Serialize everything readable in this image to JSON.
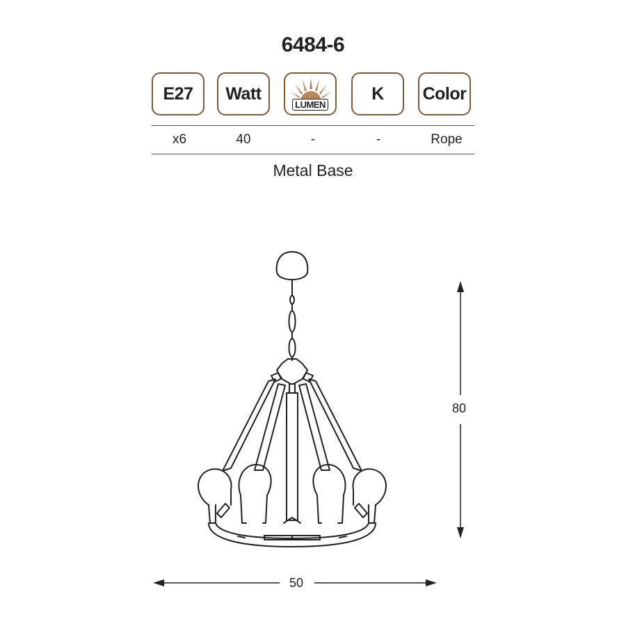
{
  "product": {
    "code": "6484-6"
  },
  "specs": {
    "headers": [
      "E27",
      "Watt",
      "LUMEN",
      "K",
      "Color"
    ],
    "values": [
      "x6",
      "40",
      "-",
      "-",
      "Rope"
    ]
  },
  "base_material": "Metal Base",
  "dimensions": {
    "height": "80",
    "width": "50"
  },
  "colors": {
    "badge_border": "#7a5a3a",
    "sun": "#b7875a",
    "line": "#231f20"
  }
}
